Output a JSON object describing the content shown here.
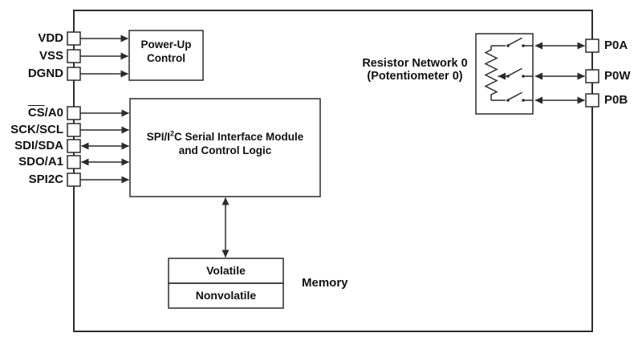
{
  "colors": {
    "line": "#2b2b2b",
    "background": "#ffffff",
    "text": "#111111"
  },
  "blocks": {
    "power_up": {
      "line1": "Power-Up",
      "line2": "Control"
    },
    "serial_interface": {
      "pre_sup": "SPI/I",
      "sup": "2",
      "post_sup": "C Serial Interface Module",
      "line2": "and Control Logic"
    },
    "memory": {
      "volatile": "Volatile",
      "nonvolatile": "Nonvolatile",
      "caption": "Memory"
    },
    "resistor_network": {
      "line1": "Resistor Network 0",
      "line2": "(Potentiometer 0)"
    }
  },
  "pins": {
    "left": [
      {
        "name": "VDD"
      },
      {
        "name": "VSS"
      },
      {
        "name": "DGND"
      },
      {
        "overline": "CS",
        "rest": "/A0"
      },
      {
        "name": "SCK/SCL"
      },
      {
        "name": "SDI/SDA"
      },
      {
        "name": "SDO/A1"
      },
      {
        "name": "SPI2C"
      }
    ],
    "right": [
      {
        "name": "P0A"
      },
      {
        "name": "P0W"
      },
      {
        "name": "P0B"
      }
    ]
  }
}
